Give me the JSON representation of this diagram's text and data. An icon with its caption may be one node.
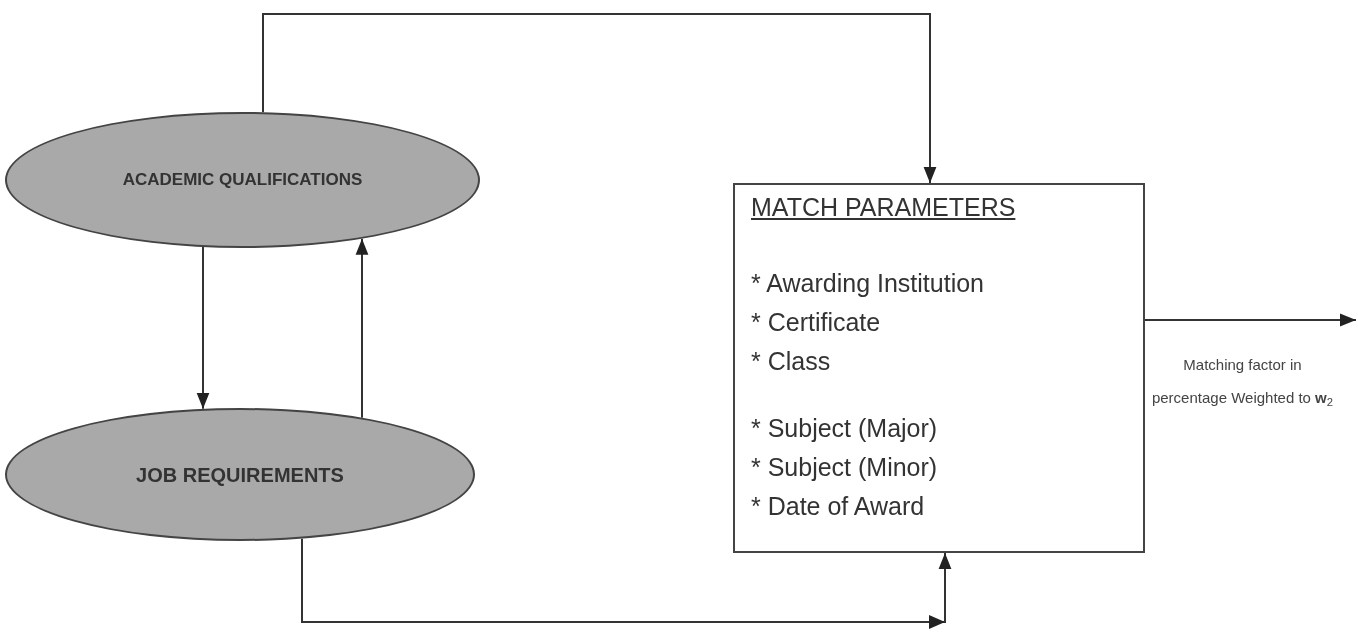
{
  "diagram": {
    "nodes": [
      {
        "text": [
          "ACADEMIC QUALIFICATIONS"
        ]
      },
      {
        "text": [
          "JOB REQUIREMENTS"
        ]
      },
      {
        "text": [
          "MATCH PARAMETERS",
          "* Awarding Institution",
          "* Certificate",
          "* Class",
          "* Subject (Major)",
          "* Subject (Minor)",
          "* Date of Award"
        ]
      }
    ],
    "edges": [
      {
        "from": 0,
        "to": 2,
        "arrow": "to"
      },
      {
        "from": 0,
        "to": 1,
        "arrow": "to"
      },
      {
        "from": 1,
        "to": 0,
        "arrow": "to"
      },
      {
        "from": 1,
        "to": 2,
        "arrow": "to"
      },
      {
        "from": 2,
        "to": null,
        "arrow": "to",
        "label": "Matching factor in percentage Weighted to **w**$_{2}$"
      }
    ]
  }
}
